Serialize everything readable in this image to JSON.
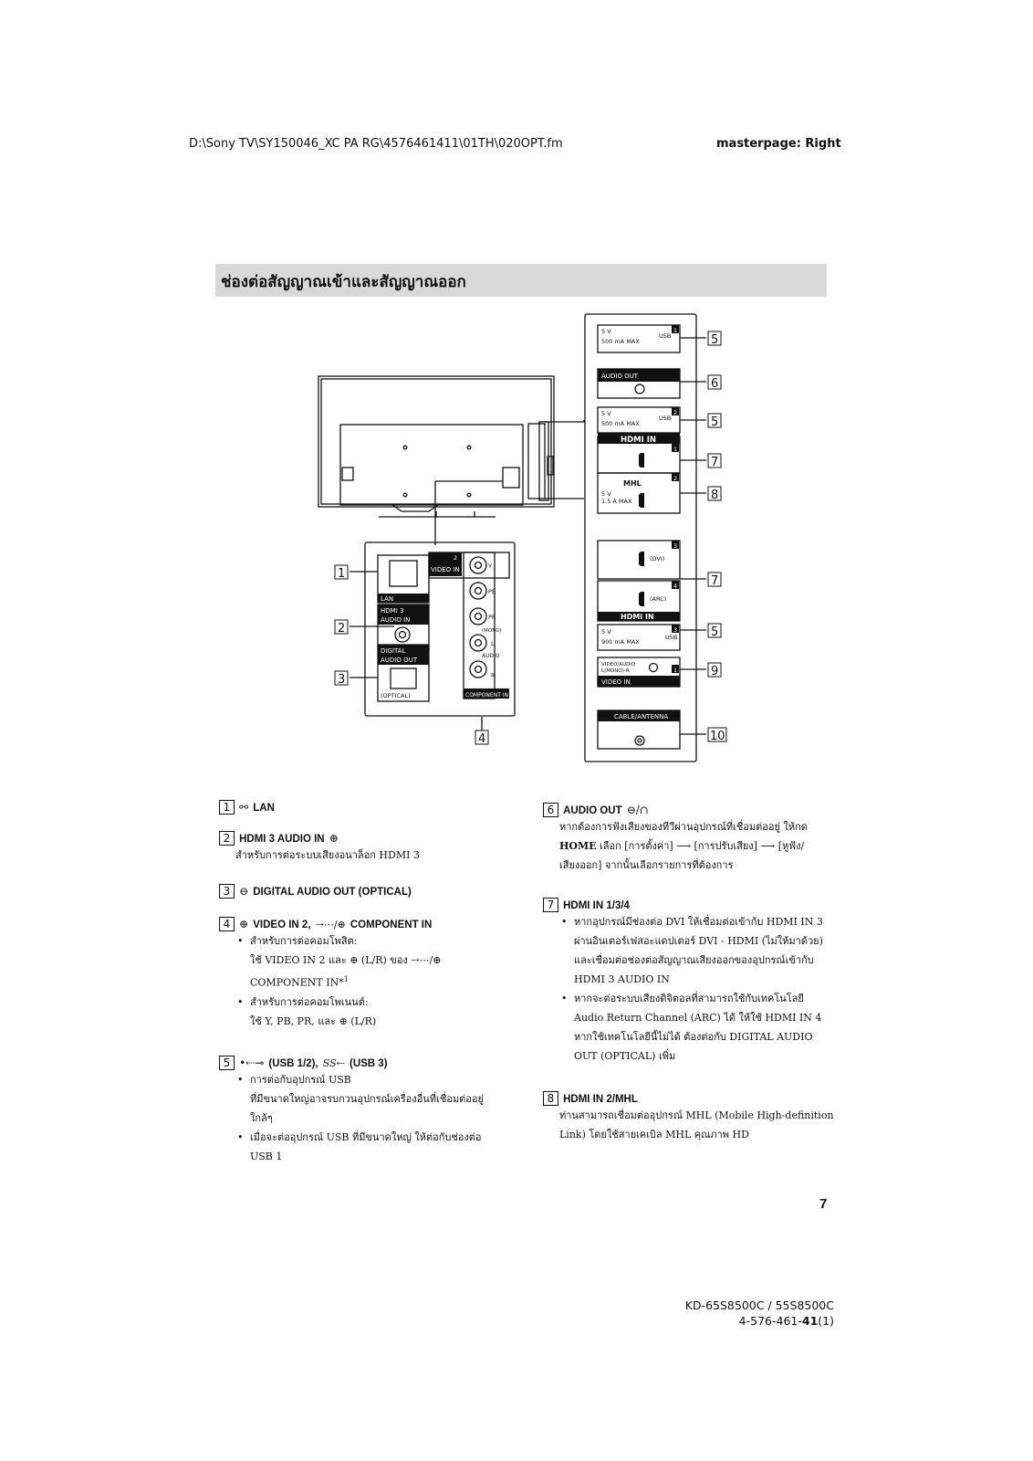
{
  "header": {
    "file_path": "D:\\Sony TV\\SY150046_XC PA RG\\4576461411\\01TH\\020OPT.fm",
    "masterpage": "masterpage: Right"
  },
  "section_title": "ช่องต่อสัญญาณเข้าและสัญญาณออก",
  "diagram": {
    "callouts": [
      "1",
      "2",
      "3",
      "4",
      "5",
      "6",
      "5",
      "7",
      "8",
      "7",
      "5",
      "9",
      "10"
    ],
    "left_panel": {
      "lan": "LAN",
      "hdmi3_audio_in": "HDMI 3\nAUDIO IN",
      "digital_audio_out": "DIGITAL\nAUDIO OUT",
      "optical": "(OPTICAL)",
      "video_in": "VIDEO IN",
      "video_in_num": "2",
      "y": "Y",
      "pb": "PB",
      "pr": "PR",
      "mono": "(MONO)",
      "l": "L",
      "audio": "AUDIO",
      "r": "R",
      "component_in": "COMPONENT IN"
    },
    "right_panel": {
      "usb1_v": "5 V",
      "usb1_ma": "500 mA MAX",
      "usb1_num": "1",
      "usb1": "USB",
      "audio_out": "AUDIO OUT",
      "usb2_v": "5 V",
      "usb2_ma": "500 mA MAX",
      "usb2_num": "2",
      "usb2": "USB",
      "hdmi_in": "HDMI IN",
      "hdmi1_num": "1",
      "mhl": "MHL",
      "hdmi2_num": "2",
      "hdmi2_v": "5 V",
      "hdmi2_ma": "1.5 A MAX",
      "hdmi3_num": "3",
      "dvi": "(DVI)",
      "hdmi4_num": "4",
      "arc": "(ARC)",
      "hdmi_in_bottom": "HDMI IN",
      "usb3_v": "5 V",
      "usb3_ma": "900 mA MAX",
      "usb3_num": "3",
      "usb3": "USB",
      "video_audio": "VIDEO/AUDIO\nL(MONO)-R",
      "video_in1_num": "1",
      "video_in1": "VIDEO IN",
      "cable_antenna": "CABLE/ANTENNA"
    }
  },
  "items_left": [
    {
      "num": "1",
      "label": "LAN",
      "lines": []
    },
    {
      "num": "2",
      "label": "HDMI 3 AUDIO IN",
      "lines": [
        "สำหรับการต่อระบบเสียงอนาล็อก HDMI 3"
      ]
    },
    {
      "num": "3",
      "label": "DIGITAL AUDIO OUT (OPTICAL)",
      "lines": []
    },
    {
      "num": "4",
      "label": "VIDEO IN 2,",
      "label2": "COMPONENT IN",
      "lines": [
        "สำหรับการต่อคอมโพสิต:",
        "ใช้ VIDEO IN 2 และ",
        "(L/R) ของ",
        "COMPONENT IN*",
        "1",
        "สำหรับการต่อคอมโพเนนต์:",
        "ใช้ Y, PB, PR, และ",
        "(L/R)"
      ]
    },
    {
      "num": "5",
      "label": "(USB 1/2),",
      "label2": "(USB 3)",
      "lines": [
        "การต่อกับอุปกรณ์ USB",
        "ที่มีขนาดใหญ่อาจรบกวนอุปกรณ์เครื่องอื่นที่เชื่อมต่ออยู่ใกล้ๆ",
        "เมื่อจะต่ออุปกรณ์ USB ที่มีขนาดใหญ่ ให้ต่อกับช่องต่อ",
        "USB 1"
      ]
    }
  ],
  "items_right": [
    {
      "num": "6",
      "label": "AUDIO OUT",
      "lines": [
        "หากต้องการฟังเสียงของทีวีผ่านอุปกรณ์ที่เชื่อมต่ออยู่ ให้กด",
        "HOME",
        "เลือก [การตั้งค่า]",
        "[การปรับเสียง]",
        "[หูฟัง/",
        "เสียงออก] จากนั้นเลือกรายการที่ต้องการ"
      ]
    },
    {
      "num": "7",
      "label": "HDMI IN 1/3/4",
      "lines": [
        "หากอุปกรณ์มีช่องต่อ DVI ให้เชื่อมต่อเข้ากับ HDMI IN 3",
        "ผ่านอินเตอร์เฟสอะแดปเตอร์ DVI - HDMI (ไม่ให้มาด้วย)",
        "และเชื่อมต่อช่องต่อสัญญาณเสียงออกของอุปกรณ์เข้ากับ",
        "HDMI 3 AUDIO IN",
        "หากจะต่อระบบเสียงดิจิตอลที่สามารถใช้กับเทคโนโลยี",
        "Audio Return Channel (ARC) ได้ ให้ใช้ HDMI IN 4",
        "หากใช้เทคโนโลยีนี้ไม่ได้ ต้องต่อกับ DIGITAL AUDIO",
        "OUT (OPTICAL) เพิ่ม"
      ]
    },
    {
      "num": "8",
      "label": "HDMI IN 2/MHL",
      "lines": [
        "ท่านสามารถเชื่อมต่ออุปกรณ์ MHL (Mobile High-definition",
        "Link) โดยใช้สายเคเบิล MHL คุณภาพ HD"
      ]
    }
  ],
  "page_number": "7",
  "footer": {
    "model": "KD-65S8500C / 55S8500C",
    "code_prefix": "4-576-461-",
    "code_bold": "41",
    "code_suffix": "(1)"
  }
}
